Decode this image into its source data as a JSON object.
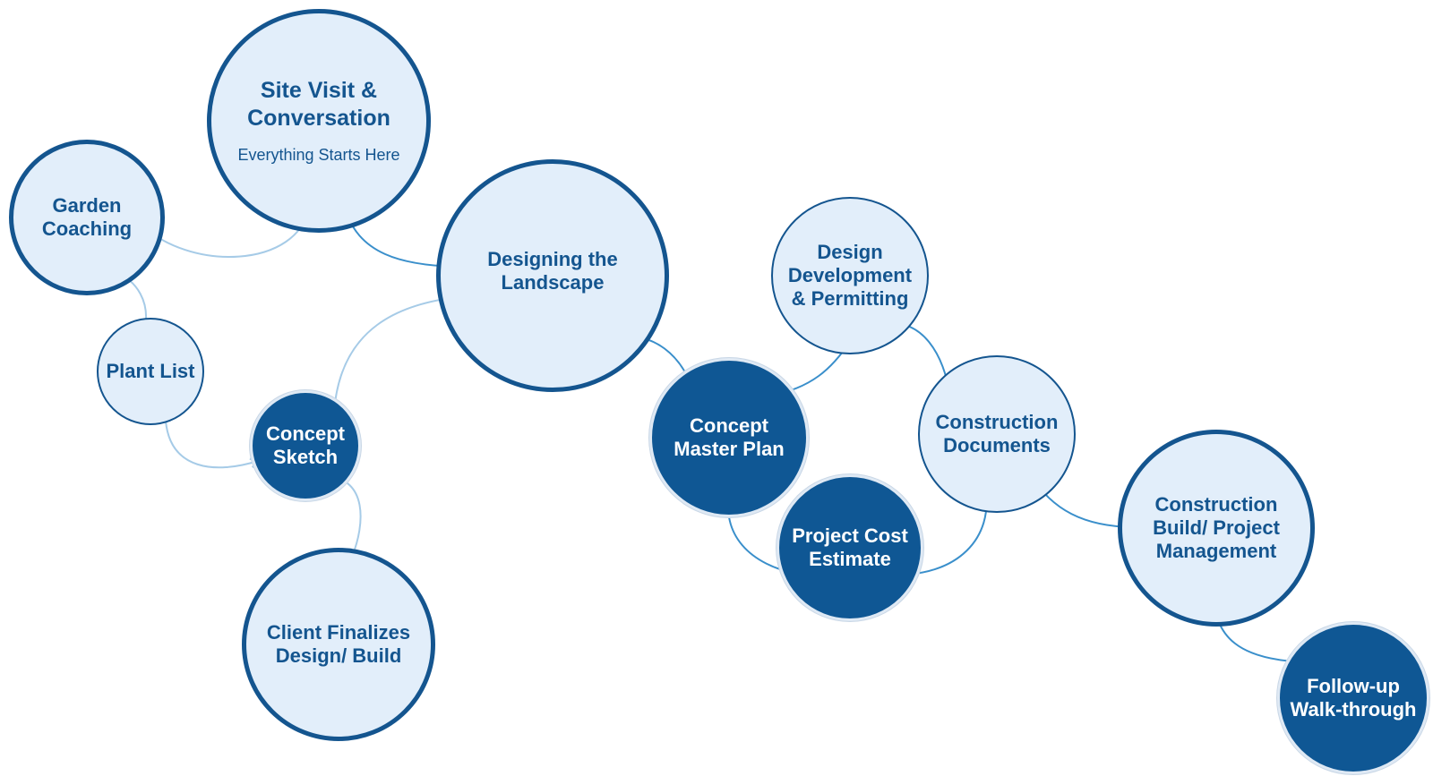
{
  "colors": {
    "dark_blue": "#0f5794",
    "light_fill": "#e2eefa",
    "text_blue": "#14558f",
    "arrow_mid": "#3a8fcb",
    "arrow_light": "#a6cbe7"
  },
  "nodes": {
    "site_visit": {
      "title": "Site Visit &\nConversation",
      "subtitle": "Everything Starts Here"
    },
    "garden_coaching": {
      "label": "Garden\nCoaching"
    },
    "plant_list": {
      "label": "Plant List"
    },
    "designing": {
      "label": "Designing the\nLandscape"
    },
    "concept_sketch": {
      "label": "Concept\nSketch"
    },
    "client_finalizes": {
      "label": "Client Finalizes\nDesign/ Build"
    },
    "design_development": {
      "label": "Design\nDevelopment\n& Permitting"
    },
    "concept_master_plan": {
      "label": "Concept\nMaster Plan"
    },
    "construction_documents": {
      "label": "Construction\nDocuments"
    },
    "project_cost_estimate": {
      "label": "Project Cost\nEstimate"
    },
    "construction_build": {
      "label": "Construction\nBuild/ Project\nManagement"
    },
    "follow_up": {
      "label": "Follow-up\nWalk-through"
    }
  }
}
